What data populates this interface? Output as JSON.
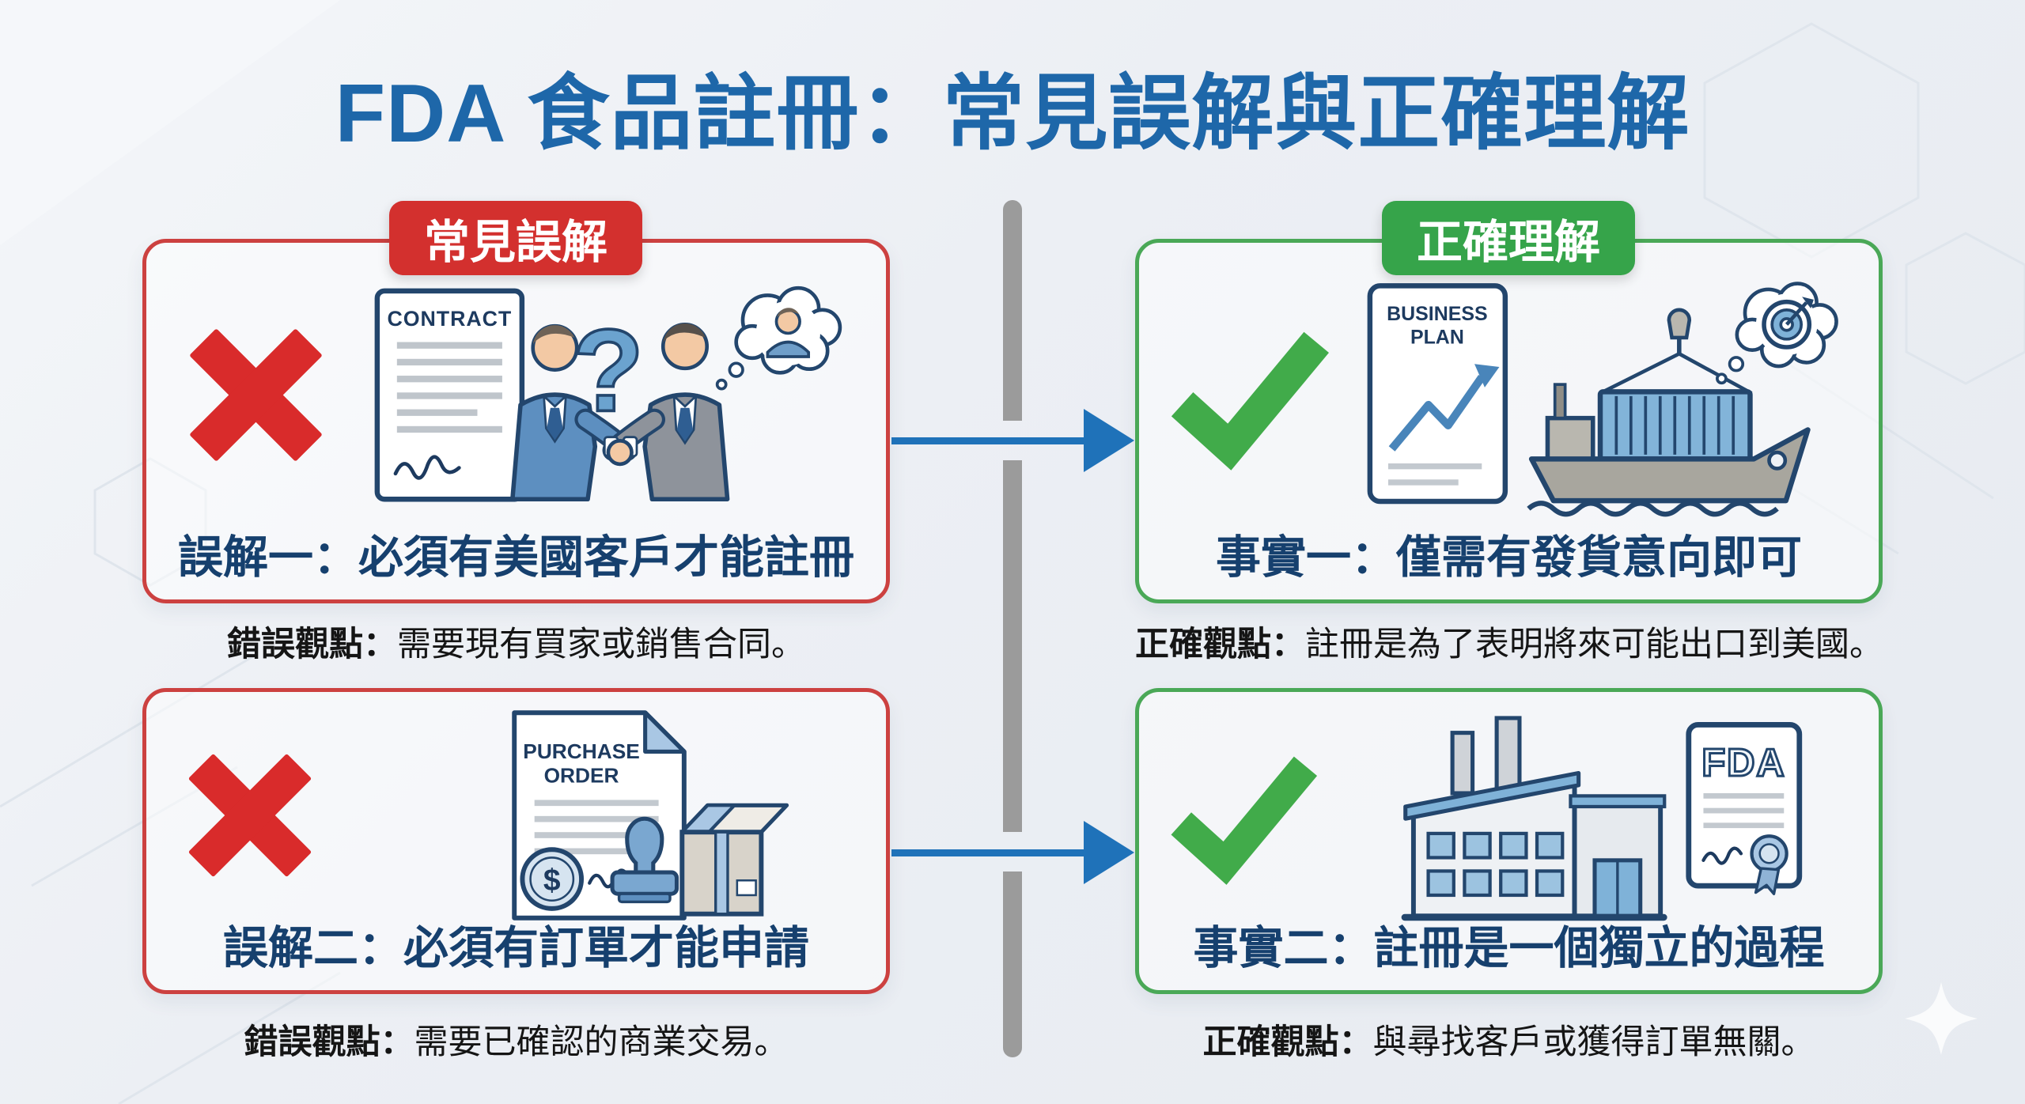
{
  "page": {
    "title": "FDA 食品註冊：常見誤解與正確理解"
  },
  "colors": {
    "title_blue": "#1e67a9",
    "misconception_red": "#d3302e",
    "fact_green": "#36a44a",
    "cross_red": "#d92b2b",
    "check_green": "#41ab4a",
    "arrow_blue": "#1f72b9",
    "headline_navy": "#16406e",
    "divider_gray": "#9b9b9b"
  },
  "badges": {
    "misconception": "常見誤解",
    "fact": "正確理解"
  },
  "boxes": [
    {
      "id": "misconception-1",
      "mark": "cross",
      "headline": "誤解一：必須有美國客戶才能註冊",
      "caption_label": "錯誤觀點：",
      "caption_text": "需要現有買家或銷售合同。",
      "doc_line1": "CONTRACT",
      "doc_line2": ""
    },
    {
      "id": "fact-1",
      "mark": "check",
      "headline": "事實一：僅需有發貨意向即可",
      "caption_label": "正確觀點：",
      "caption_text": "註冊是為了表明將來可能出口到美國。",
      "doc_line1": "BUSINESS",
      "doc_line2": "PLAN"
    },
    {
      "id": "misconception-2",
      "mark": "cross",
      "headline": "誤解二：必須有訂單才能申請",
      "caption_label": "錯誤觀點：",
      "caption_text": "需要已確認的商業交易。",
      "doc_line1": "PURCHASE",
      "doc_line2": "ORDER"
    },
    {
      "id": "fact-2",
      "mark": "check",
      "headline": "事實二：註冊是一個獨立的過程",
      "caption_label": "正確觀點：",
      "caption_text": "與尋找客戶或獲得訂單無關。",
      "doc_line1": "FDA",
      "doc_line2": ""
    }
  ]
}
